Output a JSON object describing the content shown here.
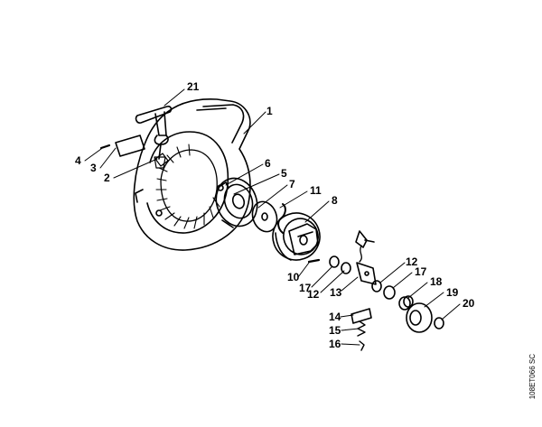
{
  "callouts": {
    "c1": "1",
    "c2": "2",
    "c3": "3",
    "c4": "4",
    "c5": "5",
    "c6": "6",
    "c7": "7",
    "c8": "8",
    "c10": "10",
    "c11": "11",
    "c12a": "12",
    "c12b": "12",
    "c13": "13",
    "c14": "14",
    "c15": "15",
    "c16": "16",
    "c17a": "17",
    "c17b": "17",
    "c18": "18",
    "c19": "19",
    "c20": "20",
    "c21": "21"
  },
  "drawing_code": "108ET066 SC"
}
